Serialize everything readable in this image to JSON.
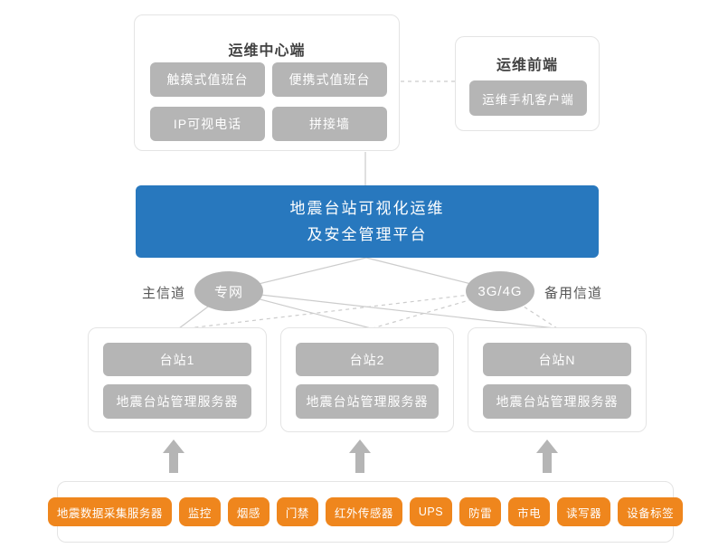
{
  "colors": {
    "platform_blue": "#2878be",
    "node_gray": "#b5b5b5",
    "device_orange": "#ef861d",
    "line_gray": "#cccccc",
    "panel_border": "#e4e4e4",
    "title_text": "#424242"
  },
  "center_panel": {
    "title": "运维中心端",
    "items": [
      "触摸式值班台",
      "便携式值班台",
      "IP可视电话",
      "拼接墙"
    ]
  },
  "front_panel": {
    "title": "运维前端",
    "items": [
      "运维手机客户端"
    ]
  },
  "platform": {
    "line1": "地震台站可视化运维",
    "line2": "及安全管理平台"
  },
  "channels": {
    "primary_label": "主信道",
    "primary_node": "专网",
    "backup_node": "3G/4G",
    "backup_label": "备用信道"
  },
  "stations": [
    {
      "name": "台站1",
      "server": "地震台站管理服务器"
    },
    {
      "name": "台站2",
      "server": "地震台站管理服务器"
    },
    {
      "name": "台站N",
      "server": "地震台站管理服务器"
    }
  ],
  "devices": [
    "地震数据采集服务器",
    "监控",
    "烟感",
    "门禁",
    "红外传感器",
    "UPS",
    "防雷",
    "市电",
    "读写器",
    "设备标签"
  ]
}
